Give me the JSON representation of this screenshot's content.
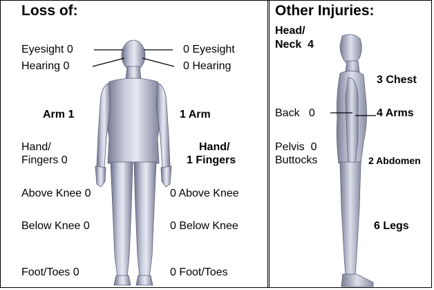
{
  "left": {
    "title": "Loss of:",
    "left_labels": {
      "eyesight": "Eyesight 0",
      "hearing": "Hearing 0",
      "arm": "Arm 1",
      "hand_line1": "Hand/",
      "hand_line2": "Fingers 0",
      "above_knee": "Above Knee 0",
      "below_knee": "Below Knee 0",
      "foot": "Foot/Toes 0"
    },
    "right_labels": {
      "eyesight": "0 Eyesight",
      "hearing": "0 Hearing",
      "arm": "1 Arm",
      "hand_line1": "Hand/",
      "hand_line2": "1 Fingers",
      "above_knee": "0 Above Knee",
      "below_knee": "0 Below Knee",
      "foot": "0 Foot/Toes"
    }
  },
  "right": {
    "title": "Other Injuries:",
    "head_line1": "Head/",
    "head_line2": "Neck  4",
    "chest": "3 Chest",
    "back": "Back   0",
    "arms": "4 Arms",
    "pelvis_line1": "Pelvis  0",
    "pelvis_line2": "Buttocks",
    "abdomen": "2 Abdomen",
    "legs": "6 Legs"
  },
  "colors": {
    "body_light": "#dfe2ee",
    "body_mid": "#a9aec6",
    "body_dark": "#62667f"
  }
}
